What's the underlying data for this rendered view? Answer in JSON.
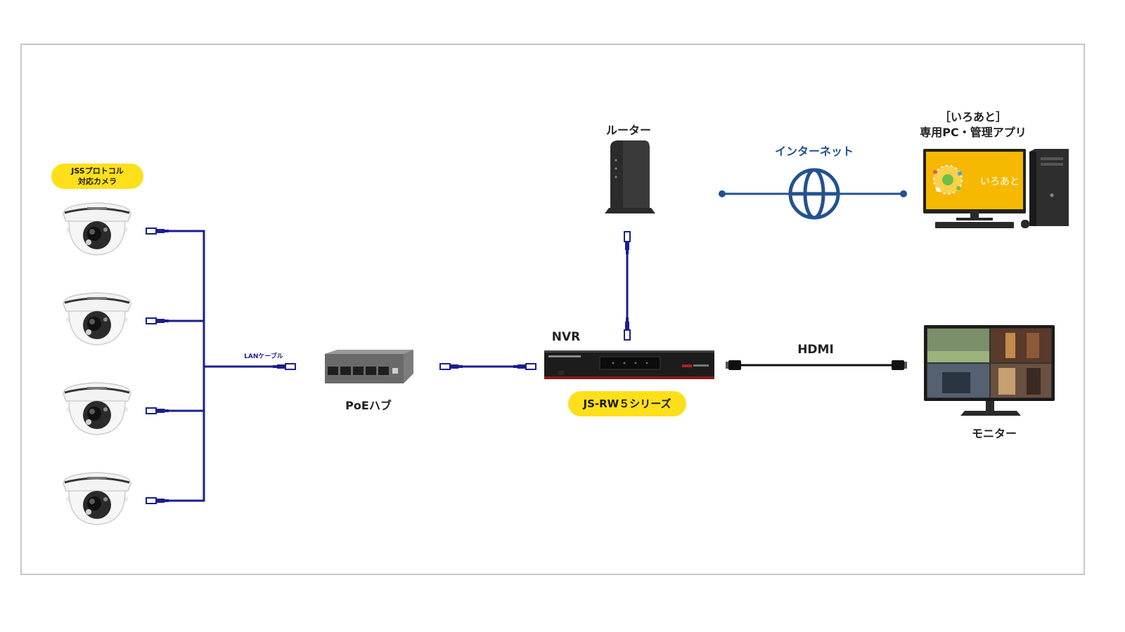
{
  "camera_badge": {
    "line1": "JSSプロトコル",
    "line2": "対応カメラ"
  },
  "lan_cable_label": "LANケーブル",
  "poe_hub_label": "PoEハブ",
  "nvr_label": "NVR",
  "nvr_series_badge": "JS-RW５シリーズ",
  "router_label": "ルーター",
  "internet_label": "インターネット",
  "app": {
    "line1": "［いろあと］",
    "line2": "専用PC・管理アプリ",
    "screen_logo": "いろあと"
  },
  "hdmi_label": "HDMI",
  "monitor_label": "モニター",
  "colors": {
    "lan_cable": "#1b1f8c",
    "internet_line": "#22528f",
    "badge": "#fde01a",
    "hdmi_cable": "#111111",
    "app_screen": "#f6b800"
  }
}
